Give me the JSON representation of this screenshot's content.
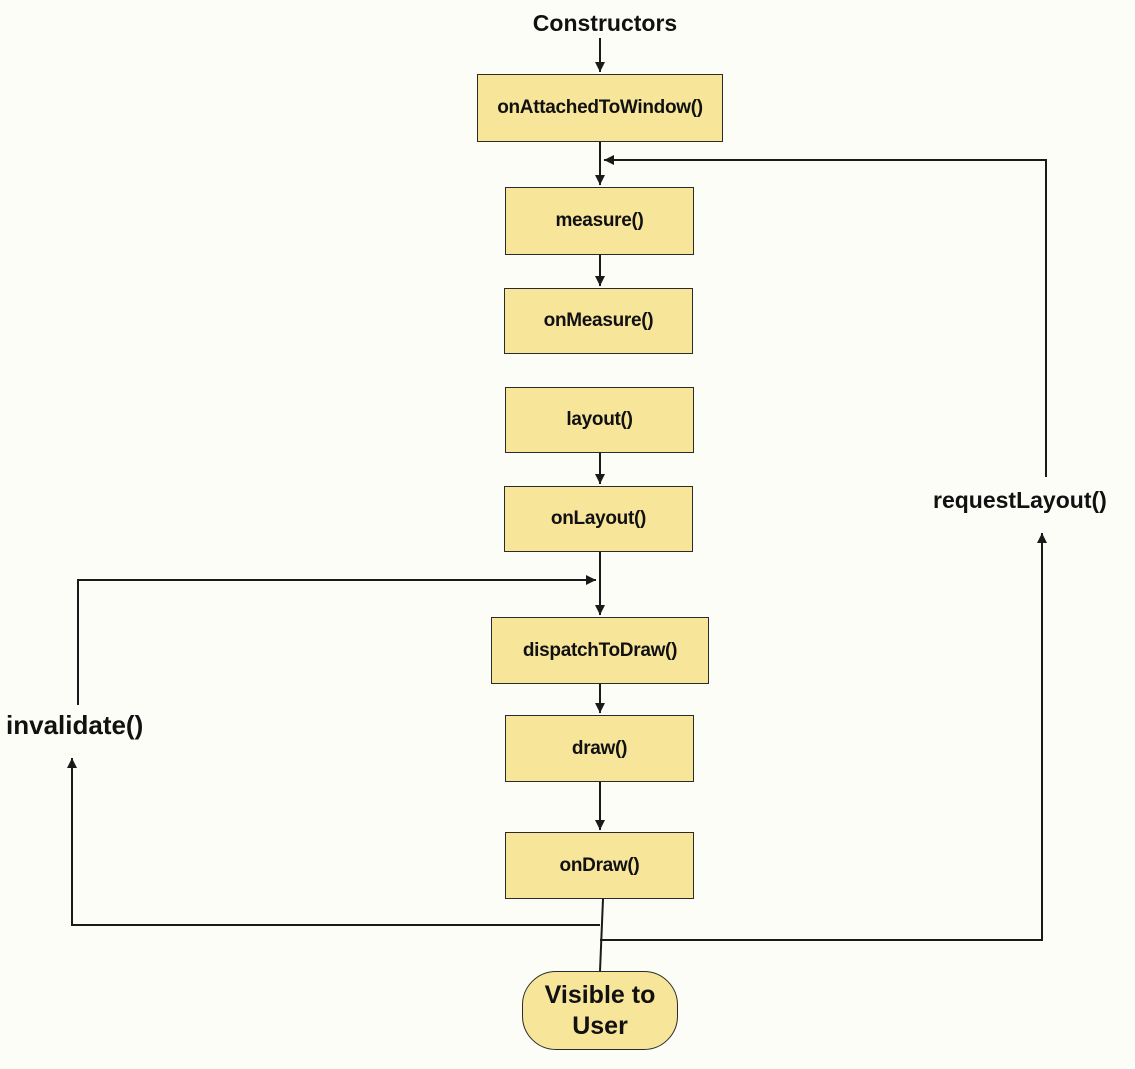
{
  "diagram": {
    "start_label": "Constructors",
    "nodes": {
      "on_attached": "onAttachedToWindow()",
      "measure": "measure()",
      "on_measure": "onMeasure()",
      "layout": "layout()",
      "on_layout": "onLayout()",
      "dispatch_draw": "dispatchToDraw()",
      "draw": "draw()",
      "on_draw": "onDraw()"
    },
    "end_terminal": {
      "line1": "Visible to",
      "line2": "User"
    },
    "loop_labels": {
      "invalidate": "invalidate()",
      "request_layout": "requestLayout()"
    },
    "colors": {
      "node_fill": "#f7e59a",
      "stroke": "#1a1a1a",
      "background": "#fdfdf8"
    }
  }
}
